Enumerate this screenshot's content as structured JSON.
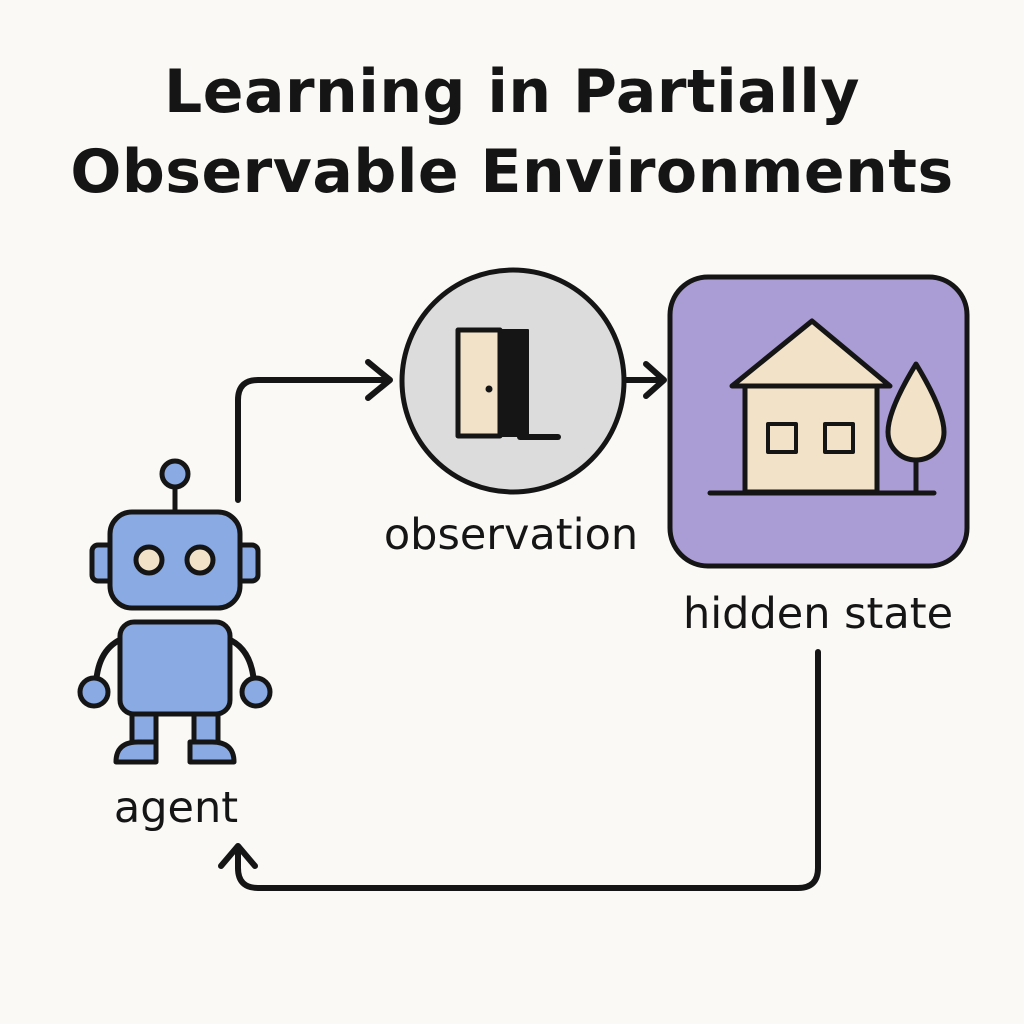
{
  "title": {
    "line1": "Learning in Partially",
    "line2": "Observable Environments"
  },
  "labels": {
    "agent": "agent",
    "observation": "observation",
    "hidden_state": "hidden state"
  },
  "icons": {
    "agent": "robot-icon",
    "observation": "door-icon",
    "hidden_state": "house-icon"
  },
  "colors": {
    "background": "#faf9f6",
    "robot": "#8aaae3",
    "observation_circle": "#dcdcdc",
    "hidden_state_box": "#aa9cd4",
    "house": "#f1e2c8",
    "outline": "#151515"
  }
}
